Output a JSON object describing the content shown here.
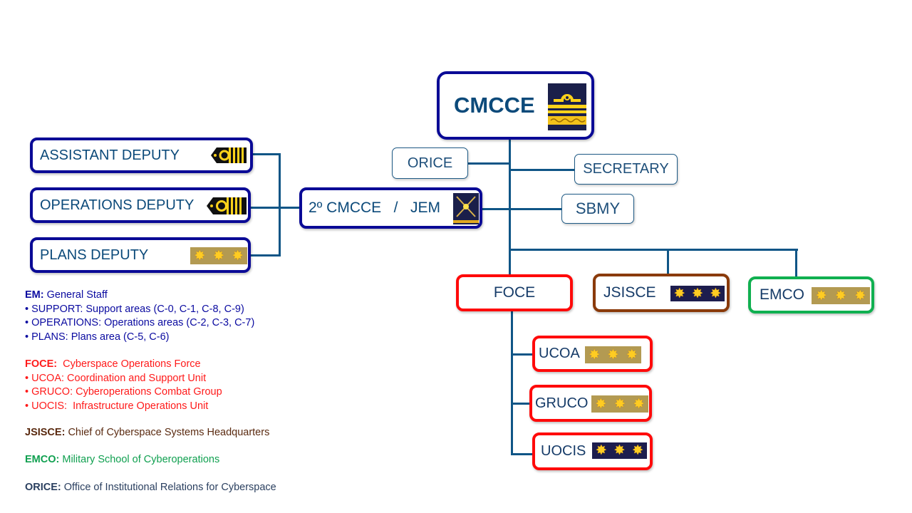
{
  "nodes": {
    "cmcce": {
      "label": "CMCCE",
      "insignia": "vice-admiral-shoulder-board-icon"
    },
    "assistant_deputy": {
      "label": "ASSISTANT DEPUTY",
      "insignia": "captain-navy-epaulette-icon"
    },
    "operations_deputy": {
      "label": "OPERATIONS DEPUTY",
      "insignia": "captain-navy-epaulette-icon"
    },
    "plans_deputy": {
      "label": "PLANS DEPUTY",
      "insignia": "three-stars-gold-icon",
      "stars": "★★★"
    },
    "second_cmcce": {
      "label": "2º CMCCE   /   JEM",
      "insignia": "crossed-batons-insignia-icon"
    },
    "orice": {
      "label": "ORICE"
    },
    "secretary": {
      "label": "SECRETARY"
    },
    "sbmy": {
      "label": "SBMY"
    },
    "foce": {
      "label": "FOCE"
    },
    "jsisce": {
      "label": "JSISCE",
      "insignia": "three-stars-dark-icon",
      "stars": "★★★"
    },
    "emco": {
      "label": "EMCO",
      "insignia": "three-stars-gold-icon",
      "stars": "★★★"
    },
    "ucoa": {
      "label": "UCOA",
      "insignia": "three-stars-gold-icon",
      "stars": "★★★"
    },
    "gruco": {
      "label": "GRUCO",
      "insignia": "three-stars-gold-icon",
      "stars": "★★★"
    },
    "uocis": {
      "label": "UOCIS",
      "insignia": "three-stars-dark-icon",
      "stars": "★★★"
    }
  },
  "legend": {
    "em": {
      "term": "EM:",
      "desc": " General Staff",
      "color": "#0a0aa0",
      "items": [
        "• SUPPORT: Support areas (C-0, C-1, C-8, C-9)",
        "• OPERATIONS: Operations areas (C-2, C-3, C-7)",
        "• PLANS: Plans area (C-5, C-6)"
      ]
    },
    "foce": {
      "term": "FOCE:",
      "desc": "  Cyberspace Operations Force",
      "color": "#ff1a1a",
      "items": [
        "• UCOA: Coordination and Support Unit",
        "• GRUCO: Cyberoperations Combat Group",
        "• UOCIS:  Infrastructure Operations Unit"
      ]
    },
    "jsisce": {
      "term": "JSISCE:",
      "desc": " Chief of Cyberspace Systems Headquarters",
      "color": "#5a2a10"
    },
    "emco": {
      "term": "EMCO:",
      "desc": " Military School of Cyberoperations",
      "color": "#10a050"
    },
    "orice": {
      "term": "ORICE:",
      "desc": " Office of Institutional Relations for Cyberspace",
      "color": "#2a3f5f"
    }
  },
  "colors": {
    "connector": "#0f5586",
    "navy_border": "#0a0a96",
    "red_border": "#ff0a0a",
    "brown_border": "#8a3a0a",
    "green_border": "#10b050"
  }
}
